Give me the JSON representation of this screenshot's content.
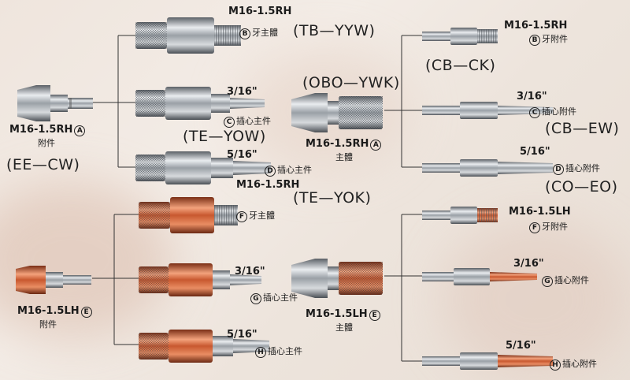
{
  "colors": {
    "chrome": "#b8bcc2",
    "copper": "#d9754f",
    "wire": "#333333"
  },
  "left_top": {
    "model": "M16-1.5RH",
    "mark": "A",
    "cn": "附件",
    "code": "(EE—CW)"
  },
  "left_bottom": {
    "model": "M16-1.5LH",
    "mark": "E",
    "cn": "附件"
  },
  "mid_rh": [
    {
      "model": "M16-1.5RH",
      "mark": "B",
      "cn": "牙主體",
      "code": "(TB—YYW)"
    },
    {
      "size": "3/16\"",
      "mark": "C",
      "cn": "插心主件",
      "code": "(TE—YOW)"
    },
    {
      "size": "5/16\"",
      "mark": "D",
      "cn": "插心主件",
      "model": "M16-1.5RH",
      "code": "(TE—YOK)"
    }
  ],
  "mid_lh": [
    {
      "mark": "F",
      "cn": "牙主體"
    },
    {
      "size": "3/16\"",
      "mark": "G",
      "cn": "插心主件"
    },
    {
      "size": "5/16\"",
      "mark": "H",
      "cn": "插心主件"
    }
  ],
  "center_rh": {
    "code": "(OBO—YWK)",
    "model": "M16-1.5RH",
    "mark": "A",
    "cn": "主體"
  },
  "center_lh": {
    "model": "M16-1.5LH",
    "mark": "E",
    "cn": "主體"
  },
  "right_rh": [
    {
      "model": "M16-1.5RH",
      "mark": "B",
      "cn": "牙附件",
      "code": "(CB—CK)"
    },
    {
      "size": "3/16\"",
      "mark": "C",
      "cn": "插心附件",
      "code": "(CB—EW)"
    },
    {
      "size": "5/16\"",
      "mark": "D",
      "cn": "插心附件",
      "code": "(CO—EO)"
    }
  ],
  "right_lh": [
    {
      "model": "M16-1.5LH",
      "mark": "F",
      "cn": "牙附件"
    },
    {
      "size": "3/16\"",
      "mark": "G",
      "cn": "插心附件"
    },
    {
      "size": "5/16\"",
      "mark": "H",
      "cn": "插心附件"
    }
  ]
}
